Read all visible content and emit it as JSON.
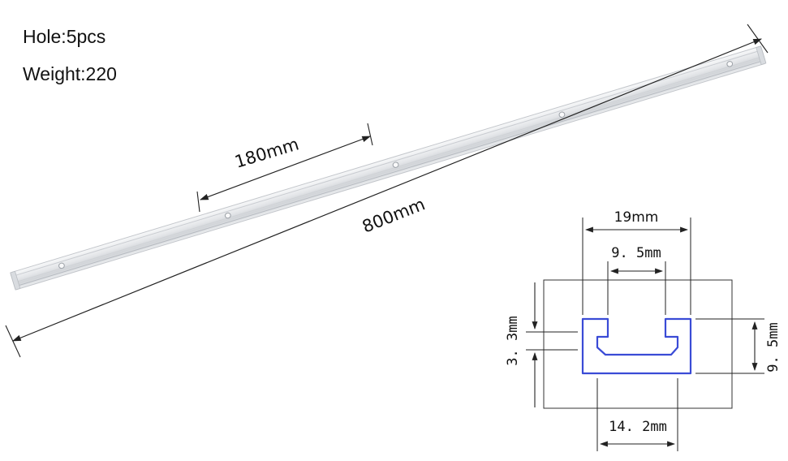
{
  "specs": {
    "hole": "Hole:5pcs",
    "weight": "Weight:220"
  },
  "rail": {
    "spacing_label": "180mm",
    "length_label": "800mm",
    "hole_count": 5,
    "color": "#e4e6ea"
  },
  "cross_section": {
    "top_width": "19mm",
    "slot_opening": "9. 5mm",
    "lip_thickness": "3. 3mm",
    "depth": "9. 5mm",
    "bottom_width": "14. 2mm",
    "profile_color": "#3a4bd6"
  }
}
